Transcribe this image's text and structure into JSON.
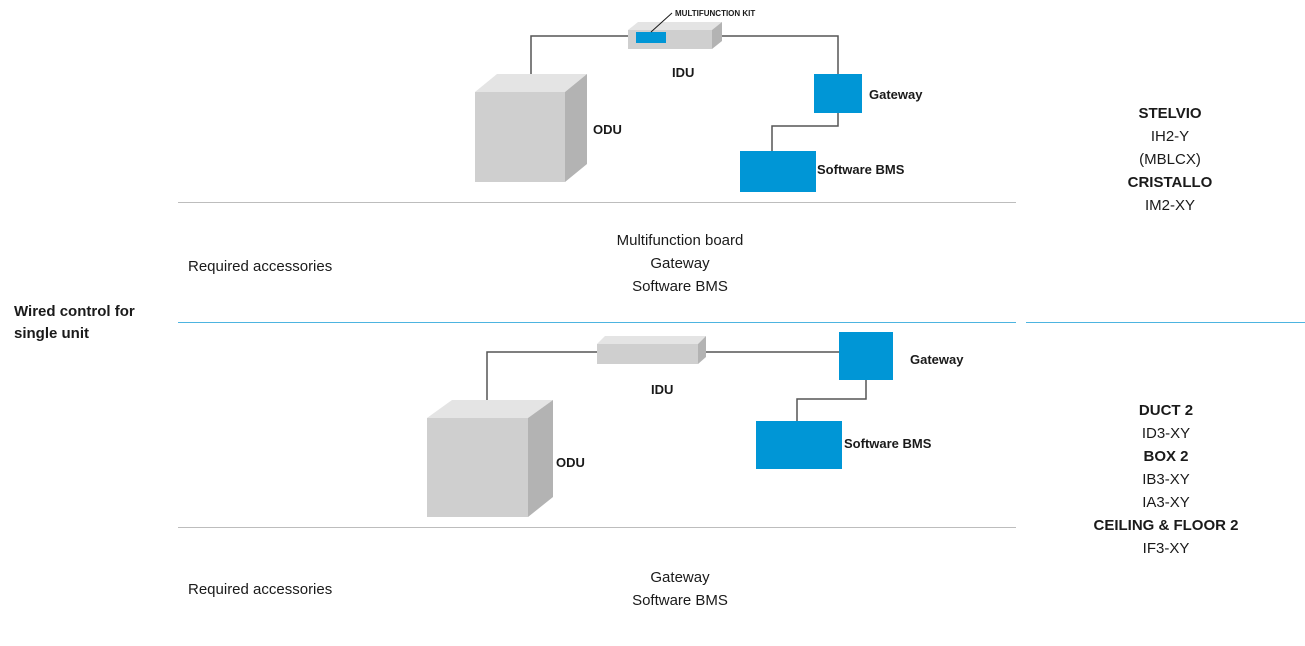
{
  "row_label": [
    "Wired control for",
    "single unit"
  ],
  "colors": {
    "accent_blue": "#0096d6",
    "box_front": "#cfcfcf",
    "box_top": "#e4e4e4",
    "box_side": "#b3b3b3",
    "line": "#555555",
    "divider_gray": "#bdbdbd",
    "divider_blue": "#4db4e0"
  },
  "section1": {
    "diagram": {
      "kit_label": "MULTIFUNCTION KIT",
      "idu_label": "IDU",
      "odu_label": "ODU",
      "gateway_label": "Gateway",
      "bms_label": "Software BMS"
    },
    "required_label": "Required accessories",
    "accessories": [
      "Multifunction board",
      "Gateway",
      "Software BMS"
    ],
    "models": [
      {
        "text": "STELVIO",
        "bold": true
      },
      {
        "text": "IH2-Y",
        "bold": false
      },
      {
        "text": "(MBLCX)",
        "bold": false
      },
      {
        "text": "CRISTALLO",
        "bold": true
      },
      {
        "text": "IM2-XY",
        "bold": false
      }
    ]
  },
  "section2": {
    "diagram": {
      "idu_label": "IDU",
      "odu_label": "ODU",
      "gateway_label": "Gateway",
      "bms_label": "Software BMS"
    },
    "required_label": "Required accessories",
    "accessories": [
      "Gateway",
      "Software BMS"
    ],
    "models": [
      {
        "text": "DUCT 2",
        "bold": true
      },
      {
        "text": "ID3-XY",
        "bold": false
      },
      {
        "text": "BOX 2",
        "bold": true
      },
      {
        "text": "IB3-XY",
        "bold": false
      },
      {
        "text": "IA3-XY",
        "bold": false
      },
      {
        "text": "CEILING & FLOOR 2",
        "bold": true
      },
      {
        "text": "IF3-XY",
        "bold": false
      }
    ]
  }
}
